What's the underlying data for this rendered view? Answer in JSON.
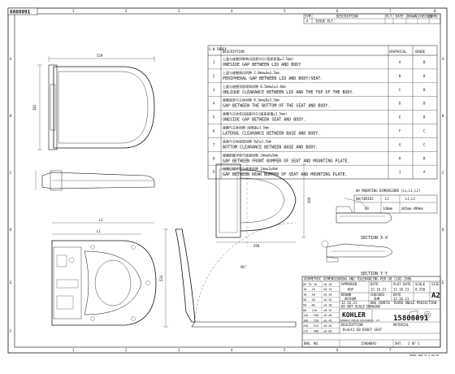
{
  "drawing_number": "6808091",
  "column_numbers": [
    "1",
    "2",
    "3",
    "4",
    "5",
    "6",
    "7",
    "8"
  ],
  "row_letters": [
    "A",
    "B",
    "C",
    "D",
    "E",
    "F"
  ],
  "revision_header": {
    "sym": "SYM",
    "description": "DESCRIPTION",
    "plt": "PLT",
    "date": "DATE",
    "drawn": "DRAWN",
    "checked": "CHECKED",
    "appd": "APPD",
    "rev_sym": "A",
    "rev_desc": "ISSUE PLT"
  },
  "dimension_labels": {
    "width_top": "529",
    "height_left": "382",
    "dim_290": "290",
    "dim_200": "200",
    "dim_533": "533",
    "l1": "L1",
    "l2": "L2",
    "angle": "96°"
  },
  "requirements_table": {
    "headers": [
      "S.N INDEX",
      "DESCRIPTION",
      "GRAPHICAL",
      "GRADE"
    ],
    "rows": [
      {
        "index": "1",
        "cn": "上盖与座圈间隙单边段差均匀(段差差值≤1.5mm)",
        "en": "ONESIDE GAP BETWEEN LID AND BODY",
        "graphical": "A",
        "grade": "B"
      },
      {
        "index": "2",
        "cn": "上盖与座圈周边间隙 2.0mm≤d≤4.5mm",
        "en": "PERIPHERAL GAP BETWEEN LID AND BODY/SEAT.",
        "graphical": "B",
        "grade": "B"
      },
      {
        "index": "3",
        "cn": "上盖与座圈顶部倾斜间隙 0.5mm≤C≤3.0mm",
        "en": "OBLIQUE CLEARANCE BETWEEN LID AND THE TOP OF THE BODY.",
        "graphical": "C",
        "grade": "B"
      },
      {
        "index": "4",
        "cn": "座圈底部与主体间隙 0.3mm≤D≤3.5mm",
        "en": "GAP BETWEEN THE BOTTOM OF THE SEAT AND BODY.",
        "graphical": "D",
        "grade": "B"
      },
      {
        "index": "5",
        "cn": "座圈与主体单边段差均匀(段差差值≤1.5mm)",
        "en": "ONESIDE GAP BETWEEN SEAT AND BODY.",
        "graphical": "E",
        "grade": "B"
      },
      {
        "index": "6",
        "cn": "座圈与主体间隙 间隙差≤1.5mm",
        "en": "LATERAL CLEARANCE BETWEEN BASE AND BODY.",
        "graphical": "F",
        "grade": "C"
      },
      {
        "index": "7",
        "cn": "底座与主体底部间隙 0≤G≤1.5mm",
        "en": "BOTTOM CLEARANCE BETWEEN BASE AND BODY.",
        "graphical": "G",
        "grade": "C"
      },
      {
        "index": "8",
        "cn": "座圈前缓冲垫与底座间隙 2mm≤H≤5mm",
        "en": "GAP BETWEEN FRONT BUMPER OF SEAT AND MOUNTING PLATE.",
        "graphical": "H",
        "grade": "B"
      },
      {
        "index": "9",
        "cn": "座圈后缓冲垫与底座间隙 1mm≤I≤4mm",
        "en": "GAP BETWEEN REAR BUMPER OF SEAT AND MOUNTING PLATE.",
        "graphical": "I",
        "grade": "A"
      }
    ]
  },
  "mounting_table": {
    "title": "Φ9 MOUNTING DIMENSIONS (Lx,L1,L2)",
    "headers": [
      "AW/SERIES",
      "L1",
      "L1,L2"
    ],
    "row": [
      "E0",
      "140mm",
      "465mm-499mm"
    ]
  },
  "section_labels": {
    "section_xx": "SECTION X-X",
    "section_yy": "SECTION Y-Y"
  },
  "title_block": {
    "gdt_title": "GEOMETRIC DIMENSIONING AND TOLERANCING PER GB 1182-1996",
    "tolerance_rows": [
      [
        "UP TO 10",
        "±0.10"
      ],
      [
        "10 - 18",
        "±0.15"
      ],
      [
        "18 - 30",
        "±0.20"
      ],
      [
        "30 - 50",
        "±0.25"
      ],
      [
        "50 - 80",
        "±0.30"
      ],
      [
        "80 - 120",
        "±0.35"
      ],
      [
        "120 - 180",
        "±0.40"
      ],
      [
        "180 - 250",
        "±0.45"
      ],
      [
        "250 - 315",
        "±0.50"
      ],
      [
        "315 - 400",
        "±0.60"
      ]
    ],
    "approved_label": "APPROVED",
    "approved_by": "KOF",
    "date_label": "DATE",
    "approved_date": "12.16.21",
    "plot_date_label": "PLOT DATE",
    "plot_date": "12.16.21",
    "scale_label": "SCALE",
    "scale": "0.250",
    "drawn_label": "DRAWN",
    "drawn_by": "ARTHUR",
    "drawn_date": "12.16.21",
    "checked_label": "CHECKED",
    "checked_by": "ZHM",
    "checked_date": "12.16.21",
    "size_label": "SIZE",
    "size": "A2",
    "do_not_scale": "DO NOT SCALE DRAWING",
    "dwg_config_label": "DWG CONFIG",
    "third_angle": "THIRD ANGLE PROJECTION",
    "company": "KOHLER",
    "company_sub": "SHANGHAI KOHLER ELECTRONICS, LTD",
    "description_label": "DESCRIPTION",
    "description": "Bidet2 E0 BIDET SEAT",
    "material_label": "MATERIAL",
    "dwg_no_label": "DWG. NO.",
    "dwg_no": "15808091",
    "sheet_label": "SHT.",
    "sheet": "1 OF 1",
    "number_big": "15808091"
  },
  "footer_note": "MODEL NUM    ST A DR E0"
}
